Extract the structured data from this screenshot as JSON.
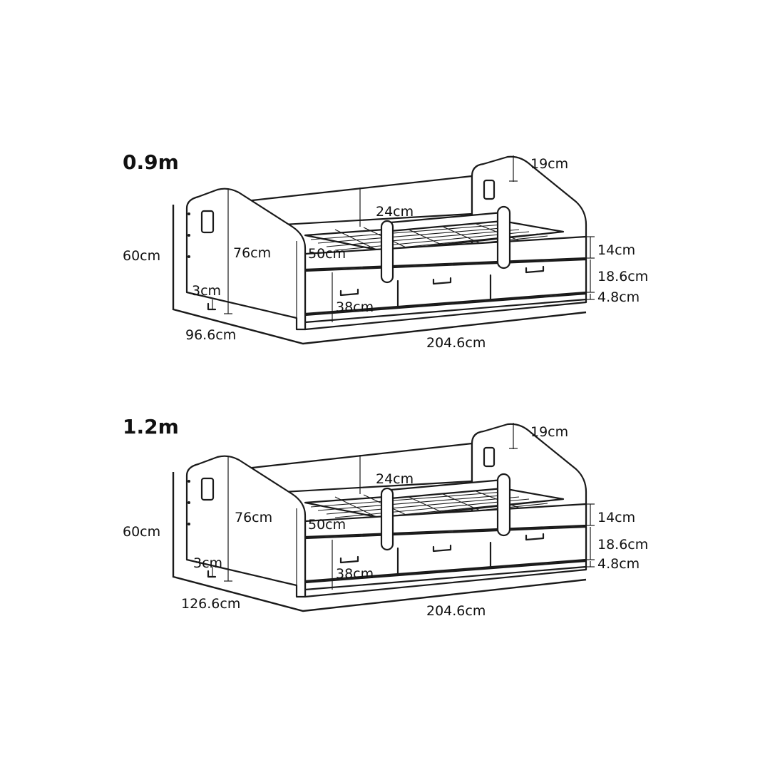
{
  "beds": [
    {
      "title": "0.9m",
      "dims": {
        "total_height": "60cm",
        "headboard_height": "76cm",
        "leg": "3cm",
        "depth": "96.6cm",
        "length": "204.6cm",
        "rail_gap": "24cm",
        "rail_height": "50cm",
        "drawer_width": "38cm",
        "top_step": "19cm",
        "upper_board": "14cm",
        "drawer_height": "18.6cm",
        "base_height": "4.8cm"
      }
    },
    {
      "title": "1.2m",
      "dims": {
        "total_height": "60cm",
        "headboard_height": "76cm",
        "leg": "3cm",
        "depth": "126.6cm",
        "length": "204.6cm",
        "rail_gap": "24cm",
        "rail_height": "50cm",
        "drawer_width": "38cm",
        "top_step": "19cm",
        "upper_board": "14cm",
        "drawer_height": "18.6cm",
        "base_height": "4.8cm"
      }
    }
  ]
}
